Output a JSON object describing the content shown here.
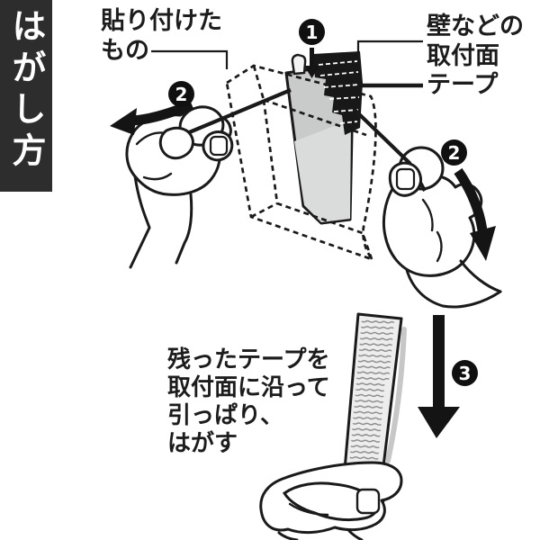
{
  "banner": {
    "title": "はがし方"
  },
  "labels": {
    "attached": "貼り付けた\nもの",
    "surface": "壁などの\n取付面",
    "tape": "テープ",
    "instruction": "残ったテープを\n取付面に沿って\n引っぱり、\nはがす"
  },
  "steps": {
    "one": "1",
    "two": "2",
    "three": "3"
  },
  "colors": {
    "line": "#1a1a1a",
    "banner_bg": "#2d2d2d",
    "tape_fill": "#c9cbca",
    "tape_sheen": "#dadcdb",
    "strip_fill": "#ededed",
    "wave_line": "#8f8f8f",
    "adhesive_fill": "#181818",
    "arrow": "#141414"
  }
}
